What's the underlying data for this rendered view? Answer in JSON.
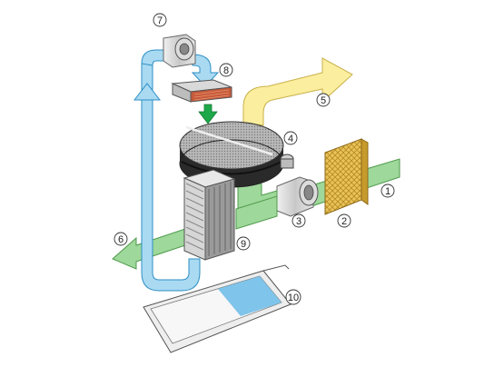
{
  "diagram": {
    "callouts": [
      {
        "number": "1"
      },
      {
        "number": "2"
      },
      {
        "number": "3"
      },
      {
        "number": "4"
      },
      {
        "number": "5"
      },
      {
        "number": "6"
      },
      {
        "number": "7"
      },
      {
        "number": "8"
      },
      {
        "number": "9"
      },
      {
        "number": "10"
      }
    ],
    "colors": {
      "process_air": "#9ed89a",
      "process_air_stroke": "#4f9a4c",
      "regeneration_air": "#a9daf2",
      "regeneration_air_stroke": "#2d8fc4",
      "exhaust_air": "#fbee9e",
      "exhaust_air_stroke": "#c9b04a",
      "green_indicator": "#1fa84a",
      "callout_stroke": "#333333"
    },
    "icons": [
      "regeneration-fan-icon",
      "heater-icon",
      "desiccant-rotor-icon",
      "drive-motor-icon",
      "process-fan-icon",
      "filter-icon",
      "heat-exchanger-icon",
      "water-tray-icon"
    ]
  }
}
